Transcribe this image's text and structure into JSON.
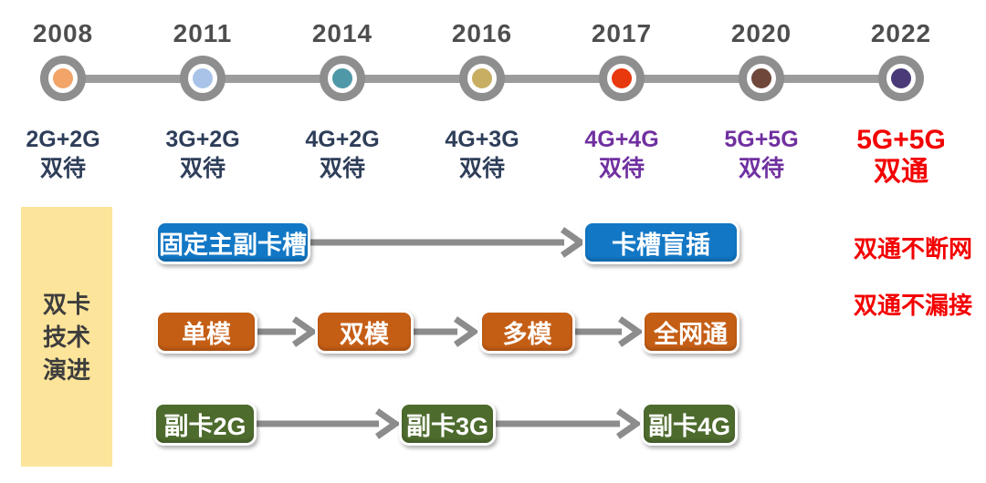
{
  "timeline": {
    "line_color": "#9c9c9c",
    "ring_color": "#8e8e8e",
    "nodes": [
      {
        "year": "2008",
        "dot_color": "#f2a469",
        "label_line1": "2G+2G",
        "label_line2": "双待",
        "label_color": "#2e3e59"
      },
      {
        "year": "2011",
        "dot_color": "#a9c3e8",
        "label_line1": "3G+2G",
        "label_line2": "双待",
        "label_color": "#2e3e59"
      },
      {
        "year": "2014",
        "dot_color": "#4f98a8",
        "label_line1": "4G+2G",
        "label_line2": "双待",
        "label_color": "#2e3e59"
      },
      {
        "year": "2016",
        "dot_color": "#c7ae62",
        "label_line1": "4G+3G",
        "label_line2": "双待",
        "label_color": "#2e3e59"
      },
      {
        "year": "2017",
        "dot_color": "#e8380e",
        "label_line1": "4G+4G",
        "label_line2": "双待",
        "label_color": "#7030a0"
      },
      {
        "year": "2020",
        "dot_color": "#6f483b",
        "label_line1": "5G+5G",
        "label_line2": "双待",
        "label_color": "#7030a0"
      },
      {
        "year": "2022",
        "dot_color": "#4a3a78",
        "label_line1": "5G+5G",
        "label_line2": "双通",
        "label_color": "#f30000"
      }
    ]
  },
  "flow": {
    "panel": {
      "bg_color": "#fde49b",
      "text_color": "#3d3d3d",
      "line1": "双卡",
      "line2": "技术",
      "line3": "演进"
    },
    "arrow_color": "#8c8c8c",
    "rows": [
      {
        "name": "card-slot-row",
        "color": "#1277c5",
        "steps": [
          "固定主副卡槽",
          "卡槽盲插"
        ]
      },
      {
        "name": "modem-mode-row",
        "color": "#c55e15",
        "steps": [
          "单模",
          "双模",
          "多模",
          "全网通"
        ]
      },
      {
        "name": "secondary-card-row",
        "color": "#4d6b2d",
        "steps": [
          "副卡2G",
          "副卡3G",
          "副卡4G"
        ]
      }
    ]
  },
  "annotations": {
    "color": "#f30000",
    "items": [
      "双通不断网",
      "双通不漏接"
    ]
  }
}
